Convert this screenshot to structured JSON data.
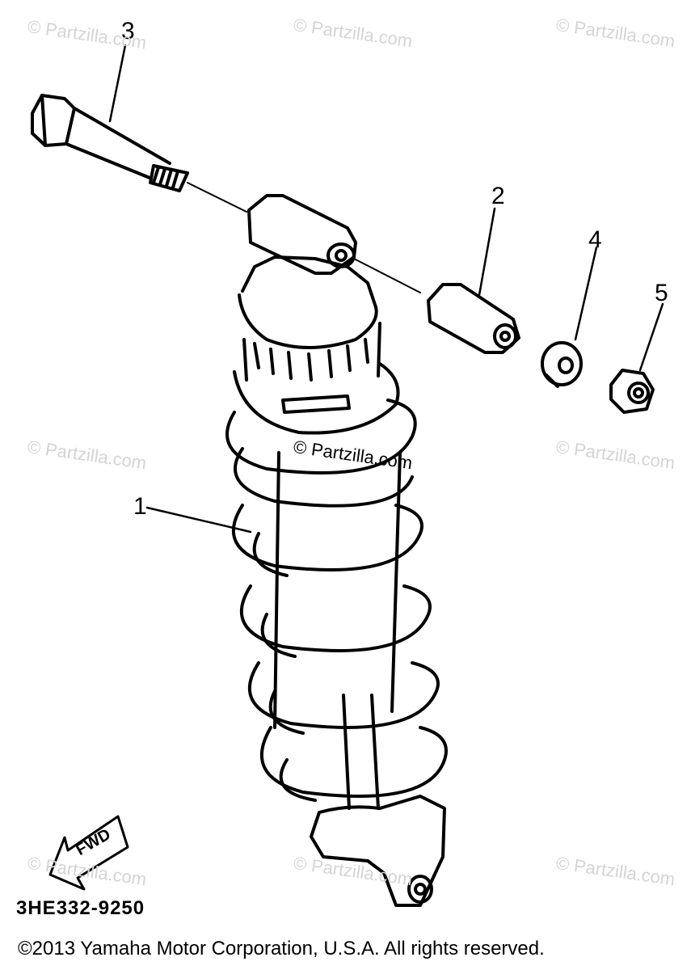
{
  "callouts": {
    "c1": "1",
    "c2": "2",
    "c3": "3",
    "c4": "4",
    "c5": "5"
  },
  "watermark": "© Partzilla.com",
  "fwd_label": "FWD",
  "part_code": "3HE332-9250",
  "copyright": "©2013 Yamaha Motor Corporation, U.S.A. All rights reserved."
}
